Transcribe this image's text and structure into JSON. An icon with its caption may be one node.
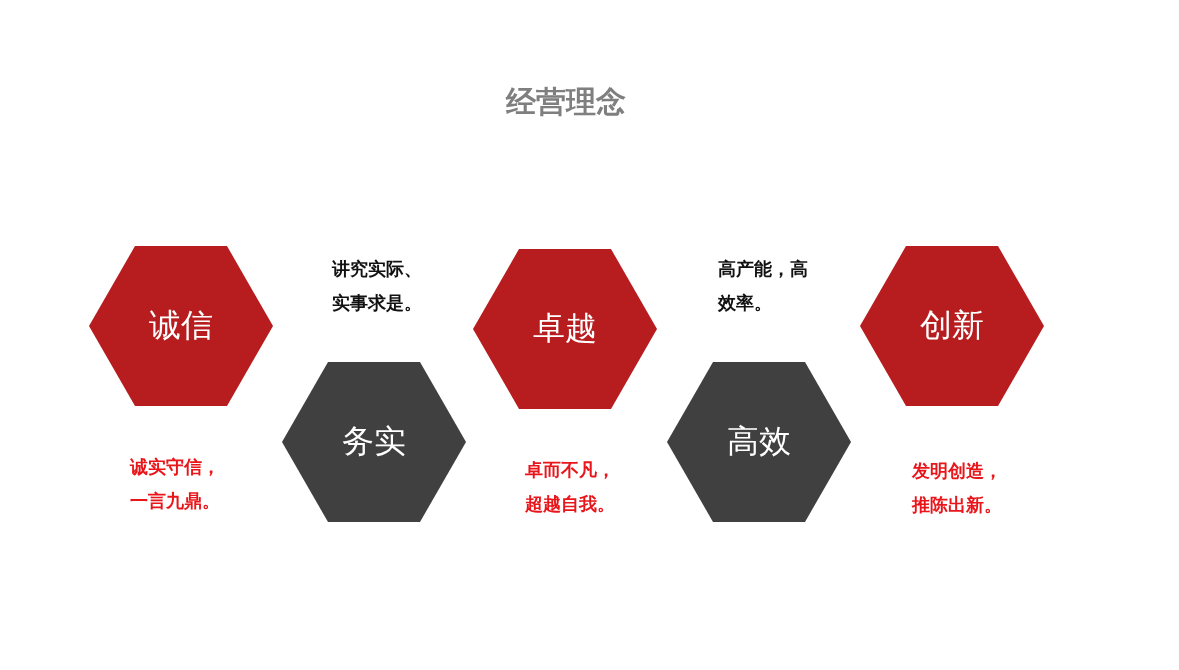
{
  "diagram": {
    "title": "经营理念",
    "nodes": [
      {
        "text": [
          "诚信"
        ],
        "beside": [
          "诚实守信，一言九鼎。"
        ]
      },
      {
        "text": [
          "务实"
        ],
        "beside": [
          "讲究实际、实事求是。"
        ]
      },
      {
        "text": [
          "卓越"
        ],
        "beside": [
          "卓而不凡，超越自我。"
        ]
      },
      {
        "text": [
          "高效"
        ],
        "beside": [
          "高产能，高效率。"
        ]
      },
      {
        "text": [
          "创新"
        ],
        "beside": [
          "发明创造，推陈出新。"
        ]
      }
    ]
  }
}
